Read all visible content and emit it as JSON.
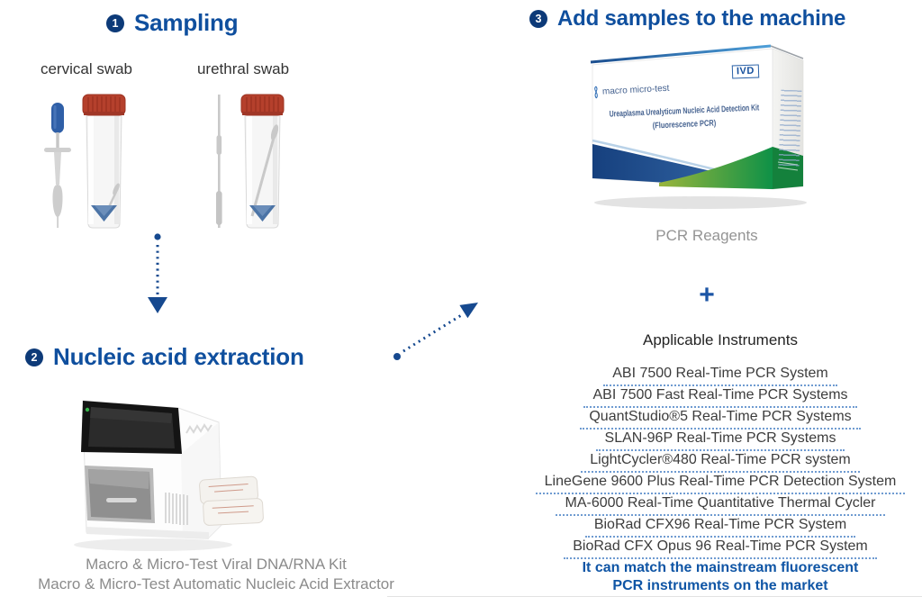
{
  "colors": {
    "accent_blue": "#0f4f9e",
    "badge_navy": "#0d3a78",
    "arrow_blue": "#16498f",
    "list_divider_blue": "#6f9bd1",
    "instrument_text": "#3c3c3c",
    "muted_gray": "#8b8b8b",
    "footer_blue": "#0f55a5",
    "tube_cap_red": "#b5402c",
    "tube_triangle_blue": "#4c74a6",
    "kit_green": "#0e9147",
    "kit_navy_band": "#16407e"
  },
  "steps": {
    "sampling": {
      "number": "1",
      "title": "Sampling",
      "swab_labels": [
        "cervical swab",
        "urethral swab"
      ]
    },
    "extraction": {
      "number": "2",
      "title": "Nucleic acid extraction",
      "caption_line1": "Macro & Micro-Test Viral DNA/RNA Kit",
      "caption_line2": "Macro & Micro-Test Automatic Nucleic Acid Extractor"
    },
    "add_samples": {
      "number": "3",
      "title": "Add samples to the machine",
      "kit_box": {
        "brand": "macro micro-test",
        "ivd_badge": "IVD",
        "product_line1": "Ureaplasma Urealyticum Nucleic Acid Detection Kit",
        "product_line2": "(Fluorescence PCR)"
      },
      "reagents_caption": "PCR Reagents",
      "plus_sign": "+",
      "instruments_heading": "Applicable Instruments",
      "instruments": [
        "ABI 7500 Real-Time PCR System",
        "ABI 7500 Fast Real-Time PCR Systems",
        "QuantStudio®5 Real-Time PCR Systems",
        "SLAN-96P Real-Time PCR Systems",
        "LightCycler®480 Real-Time PCR system",
        "LineGene 9600 Plus Real-Time PCR Detection System",
        "MA-6000 Real-Time Quantitative Thermal Cycler",
        "BioRad CFX96 Real-Time PCR System",
        "BioRad CFX Opus 96 Real-Time PCR System"
      ],
      "footer_line1": "It can match the mainstream fluorescent",
      "footer_line2": "PCR instruments on the market"
    }
  }
}
